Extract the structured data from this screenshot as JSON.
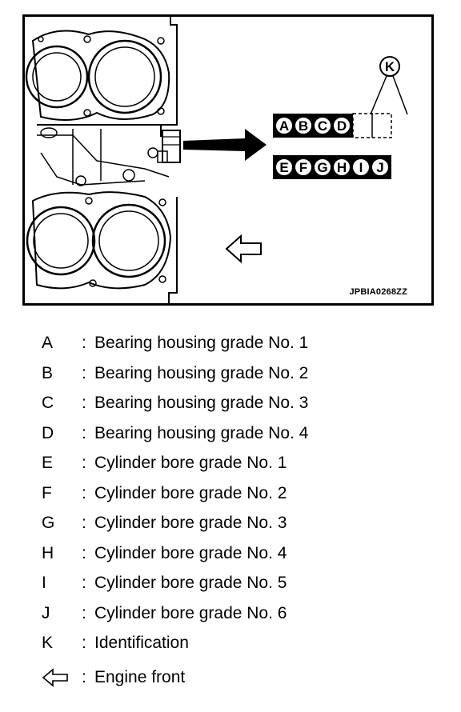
{
  "figure": {
    "code": "JPBIA0268ZZ",
    "top_row_letters": [
      "A",
      "B",
      "C",
      "D"
    ],
    "bottom_row_letters": [
      "E",
      "F",
      "G",
      "H",
      "I",
      "J"
    ],
    "identification_callout": "K"
  },
  "legend": [
    {
      "key": "A",
      "desc": "Bearing housing grade No. 1"
    },
    {
      "key": "B",
      "desc": "Bearing housing grade No. 2"
    },
    {
      "key": "C",
      "desc": "Bearing housing grade No. 3"
    },
    {
      "key": "D",
      "desc": "Bearing housing grade No. 4"
    },
    {
      "key": "E",
      "desc": "Cylinder bore grade No. 1"
    },
    {
      "key": "F",
      "desc": "Cylinder bore grade No. 2"
    },
    {
      "key": "G",
      "desc": "Cylinder bore grade No. 3"
    },
    {
      "key": "H",
      "desc": "Cylinder bore grade No. 4"
    },
    {
      "key": "I",
      "desc": "Cylinder bore grade No. 5"
    },
    {
      "key": "J",
      "desc": "Cylinder bore grade No. 6"
    },
    {
      "key": "K",
      "desc": "Identification"
    }
  ],
  "legend_front": {
    "desc": "Engine front",
    "icon": "outline-left-arrow-icon"
  }
}
